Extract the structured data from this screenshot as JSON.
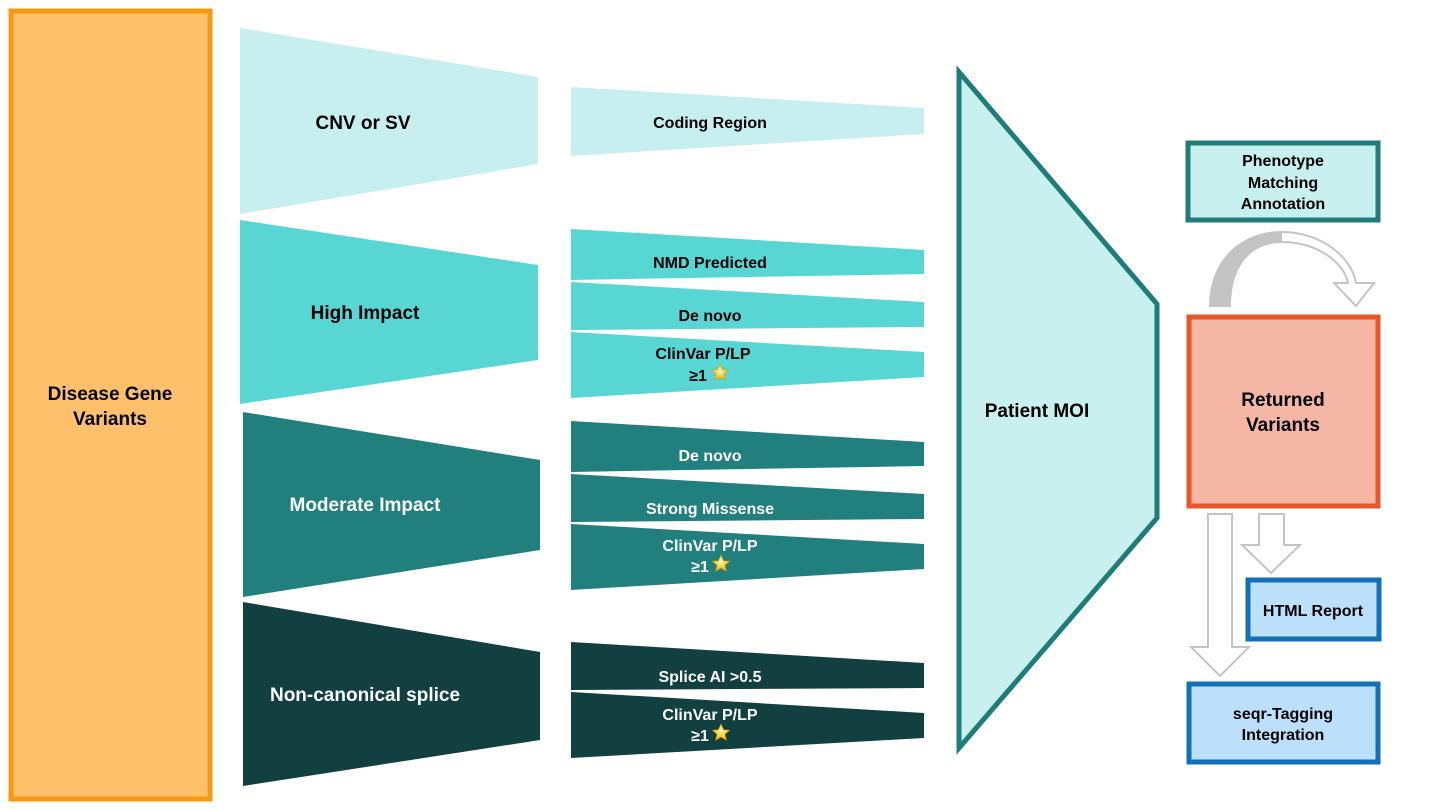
{
  "source": {
    "label": "Disease Gene Variants",
    "line1": "Disease Gene",
    "line2": "Variants"
  },
  "categories": [
    {
      "label": "CNV or SV",
      "color": "#c8eff0",
      "text_color": "#000000"
    },
    {
      "label": "High Impact",
      "color": "#58d6d4",
      "text_color": "#000000"
    },
    {
      "label": "Moderate Impact",
      "color": "#21807e",
      "text_color": "#ffffff"
    },
    {
      "label": "Non-canonical splice",
      "color": "#123f3f",
      "text_color": "#ffffff"
    }
  ],
  "filters": {
    "cnv": [
      {
        "label": "Coding Region"
      }
    ],
    "high": [
      {
        "label": "NMD Predicted"
      },
      {
        "label": "De novo"
      },
      {
        "label": "ClinVar P/LP",
        "sub": "≥1",
        "star": true
      }
    ],
    "moderate": [
      {
        "label": "De novo"
      },
      {
        "label": "Strong Missense"
      },
      {
        "label": "ClinVar P/LP",
        "sub": "≥1",
        "star": true
      }
    ],
    "splice": [
      {
        "label": "Splice AI >0.5"
      },
      {
        "label": "ClinVar P/LP",
        "sub": "≥1",
        "star": true
      }
    ]
  },
  "funnel": {
    "label": "Patient MOI",
    "fill": "#c8f0ee",
    "stroke": "#1f7c78"
  },
  "phenotype": {
    "line1": "Phenotype",
    "line2": "Matching",
    "line3": "Annotation",
    "fill": "#c8f0ee",
    "stroke": "#1f7c78"
  },
  "returned": {
    "line1": "Returned",
    "line2": "Variants",
    "fill": "#f5b7a5",
    "stroke": "#e8572a"
  },
  "html_report": {
    "label": "HTML Report",
    "fill": "#bde0fa",
    "stroke": "#1170b8"
  },
  "seqr": {
    "line1": "seqr-Tagging",
    "line2": "Integration",
    "fill": "#bde0fa",
    "stroke": "#1170b8"
  },
  "colors": {
    "source_fill": "#ffc06b",
    "source_stroke": "#f79a10",
    "arrow_stroke": "#c4c4c4"
  }
}
